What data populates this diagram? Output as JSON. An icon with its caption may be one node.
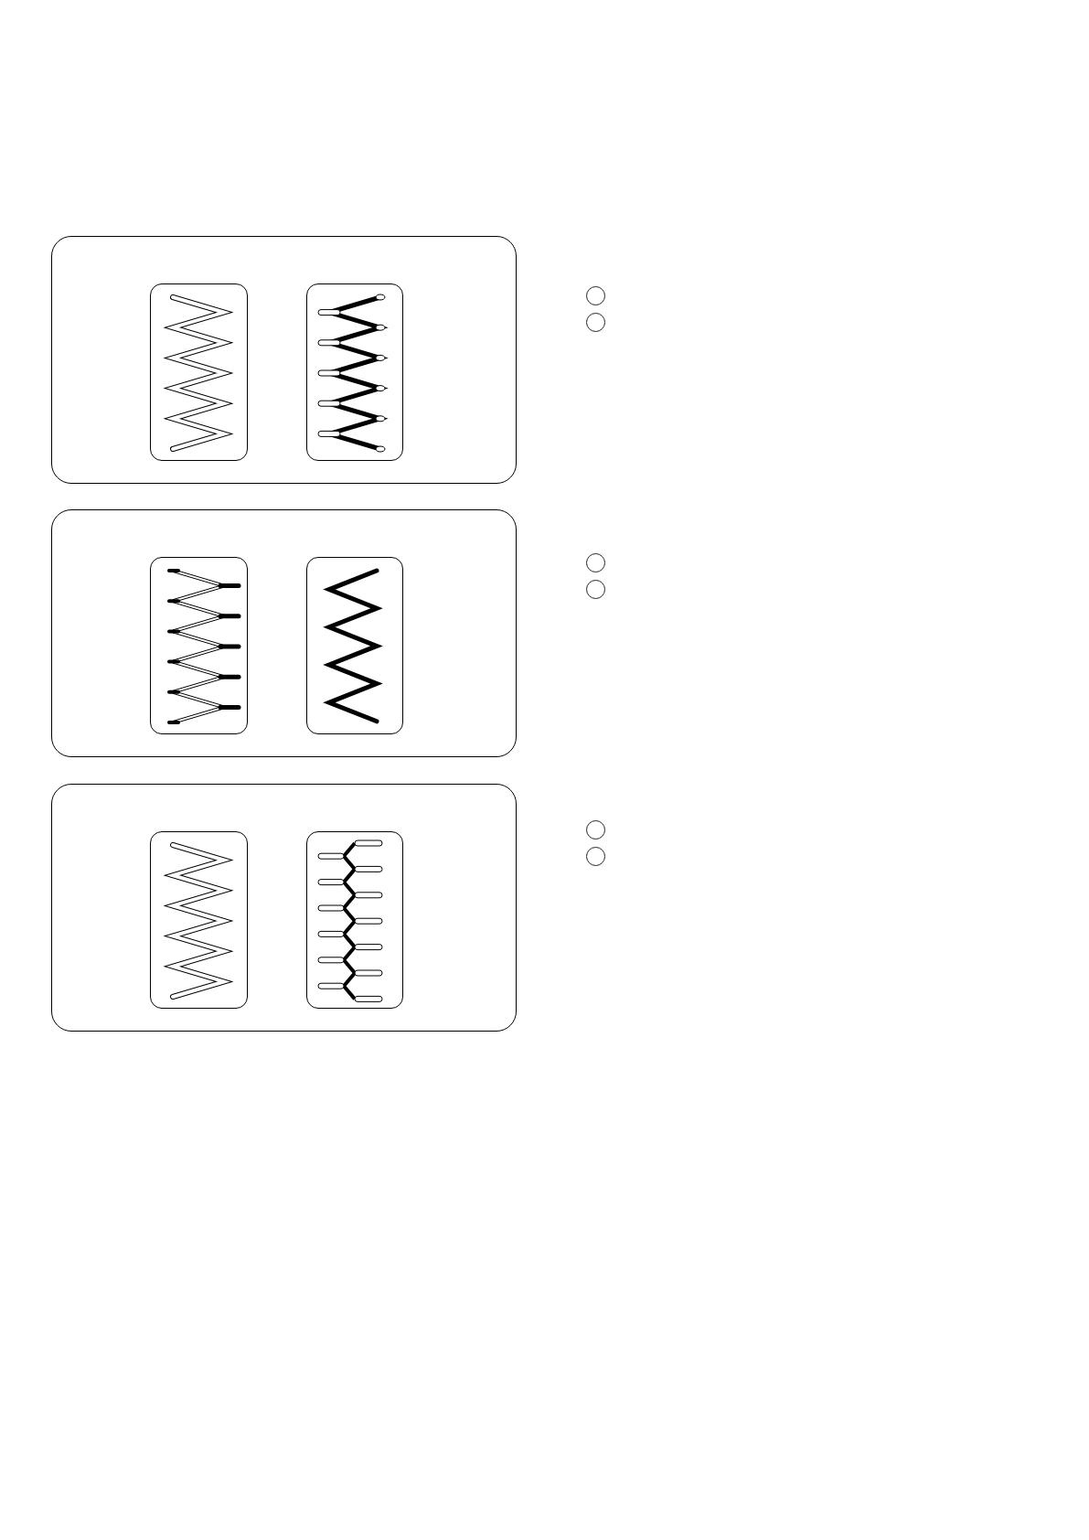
{
  "diagram": {
    "nodes": [
      {
        "text": [],
        "shape": "box"
      },
      {
        "text": [],
        "shape": "box",
        "in": 0
      },
      {
        "text": [],
        "shape": "box",
        "in": 0
      },
      {
        "text": [],
        "shape": "circle"
      },
      {
        "text": [],
        "shape": "circle"
      },
      {
        "text": [],
        "shape": "box"
      },
      {
        "text": [],
        "shape": "box",
        "in": 5
      },
      {
        "text": [],
        "shape": "box",
        "in": 5
      },
      {
        "text": [],
        "shape": "circle"
      },
      {
        "text": [],
        "shape": "circle"
      },
      {
        "text": [],
        "shape": "box"
      },
      {
        "text": [],
        "shape": "box",
        "in": 10
      },
      {
        "text": [],
        "shape": "box",
        "in": 10
      },
      {
        "text": [],
        "shape": "circle"
      },
      {
        "text": [],
        "shape": "circle"
      }
    ]
  }
}
